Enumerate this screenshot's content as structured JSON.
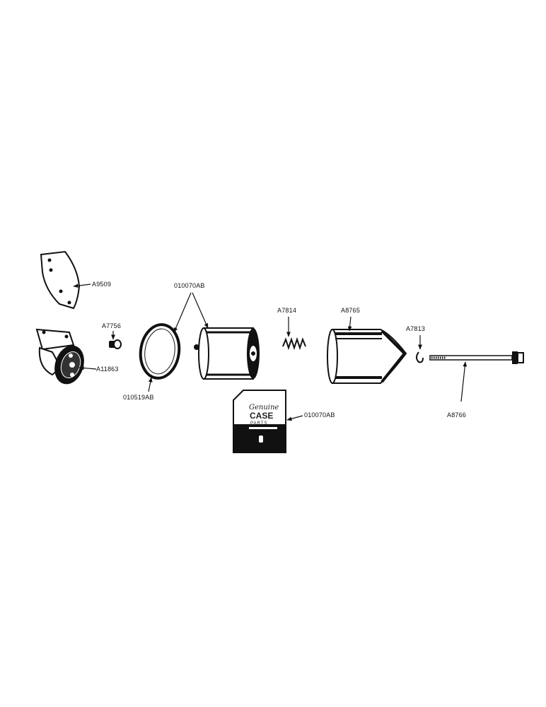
{
  "colors": {
    "ink": "#111111",
    "paper": "#ffffff"
  },
  "labels": {
    "bracket_plate": "A9509",
    "filter_base": "A11863",
    "plug": "A7756",
    "gasket": "010519AB",
    "element_top": "010070AB",
    "spring": "A7814",
    "shell": "A8765",
    "clip": "A7813",
    "bolt": "A8766",
    "carton": "010070AB"
  },
  "carton_print": {
    "line1": "Genuine",
    "line2": "CASE",
    "line3": "PARTS"
  }
}
